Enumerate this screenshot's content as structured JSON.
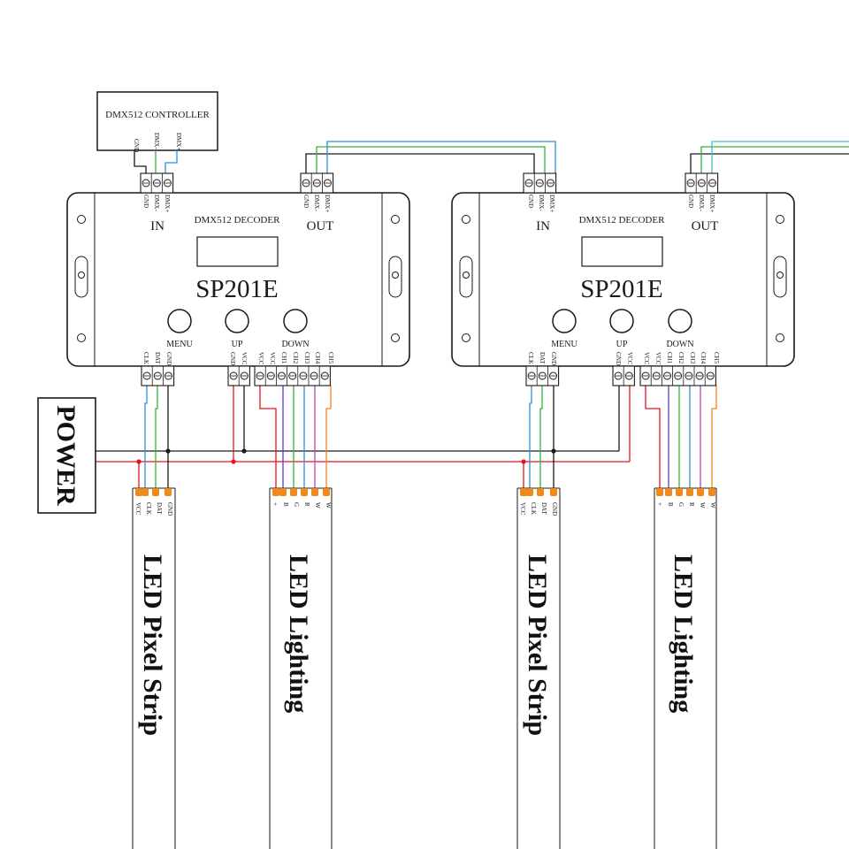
{
  "controller": {
    "title": "DMX512 CONTROLLER",
    "pins": [
      "GND",
      "DMX-",
      "DMX+"
    ]
  },
  "decoder": {
    "title": "DMX512 DECODER",
    "model": "SP201E",
    "in_label": "IN",
    "out_label": "OUT",
    "dmx_pins": [
      "GND",
      "DMX-",
      "DMX+"
    ],
    "buttons": [
      "MENU",
      "UP",
      "DOWN"
    ],
    "pixel_pins": [
      "CLK",
      "DAT",
      "GND"
    ],
    "power_pins": [
      "GND",
      "VCC"
    ],
    "channel_pins": [
      "VCC",
      "VCC",
      "CH1",
      "CH2",
      "CH3",
      "CH4",
      "CH5"
    ]
  },
  "power": {
    "label": "POWER"
  },
  "pixel_strip": {
    "title": "LED Pixel Strip",
    "pads": [
      "VCC",
      "CLK",
      "DAT",
      "GND"
    ]
  },
  "lighting_strip": {
    "title": "LED Lighting",
    "pads": [
      "+",
      "B",
      "G",
      "R",
      "W",
      "W"
    ]
  },
  "colors": {
    "outline": "#1a1a1a",
    "red": "#e8141e",
    "green": "#2fb53a",
    "blue": "#2f8fdc",
    "cyan": "#3fc0d0",
    "purple": "#5a3fd0",
    "magenta": "#c03fbf",
    "orange": "#f08a1c",
    "pad": "#f08a1c"
  }
}
